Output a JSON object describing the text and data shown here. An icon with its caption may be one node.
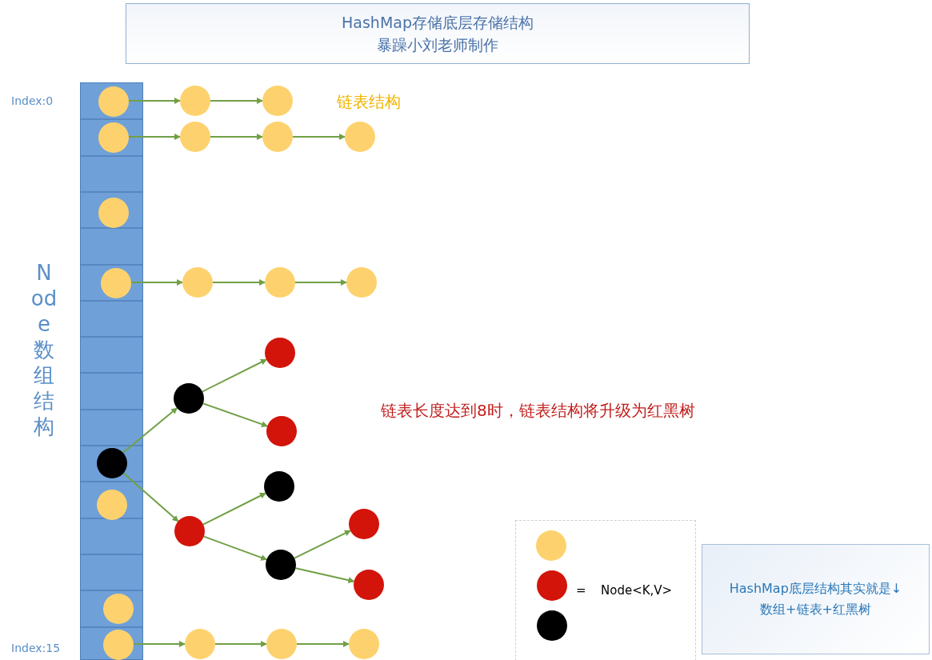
{
  "diagram": {
    "nodes": [
      {
        "text": [
          "HashMap存储底层存储结构",
          "暴躁小刘老师制作"
        ]
      },
      {
        "text": [],
        "shape": "bar",
        "beside": [
          "Index:0",
          "Node数组结构",
          "Index:15"
        ]
      },
      {
        "text": [],
        "shape": "circle",
        "in": 1
      },
      {
        "text": [],
        "shape": "circle"
      },
      {
        "text": [],
        "shape": "circle"
      },
      {
        "text": [],
        "shape": "circle",
        "in": 1
      },
      {
        "text": [],
        "shape": "circle"
      },
      {
        "text": [],
        "shape": "circle"
      },
      {
        "text": [],
        "shape": "circle"
      },
      {
        "text": [],
        "shape": "circle",
        "in": 1
      },
      {
        "text": [],
        "shape": "circle",
        "in": 1
      },
      {
        "text": [],
        "shape": "circle"
      },
      {
        "text": [],
        "shape": "circle"
      },
      {
        "text": [],
        "shape": "circle"
      },
      {
        "text": [],
        "shape": "circle",
        "in": 1
      },
      {
        "text": [],
        "shape": "circle"
      },
      {
        "text": [],
        "shape": "circle"
      },
      {
        "text": [],
        "shape": "circle"
      },
      {
        "text": [],
        "shape": "circle"
      },
      {
        "text": [],
        "shape": "circle"
      },
      {
        "text": [],
        "shape": "circle"
      },
      {
        "text": [],
        "shape": "circle"
      },
      {
        "text": [],
        "shape": "circle"
      },
      {
        "text": [],
        "shape": "circle",
        "in": 1
      },
      {
        "text": [],
        "shape": "circle",
        "in": 1
      },
      {
        "text": [],
        "shape": "circle",
        "in": 1
      },
      {
        "text": [],
        "shape": "circle"
      },
      {
        "text": [],
        "shape": "circle"
      },
      {
        "text": [],
        "shape": "circle"
      },
      {
        "text": [
          "=",
          "Node<K,V>"
        ]
      },
      {
        "text": [],
        "shape": "circle",
        "in": 29
      },
      {
        "text": [],
        "shape": "circle",
        "in": 29
      },
      {
        "text": [],
        "shape": "circle",
        "in": 29
      },
      {
        "text": [
          "HashMap底层结构其实就是↓数组+链表+红黑树"
        ]
      }
    ],
    "edges": [
      {
        "from": 2,
        "to": 3,
        "arrow": "to"
      },
      {
        "from": 3,
        "to": 4,
        "arrow": "to"
      },
      {
        "from": 5,
        "to": 6,
        "arrow": "to"
      },
      {
        "from": 6,
        "to": 7,
        "arrow": "to"
      },
      {
        "from": 7,
        "to": 8,
        "arrow": "to"
      },
      {
        "from": 10,
        "to": 11,
        "arrow": "to"
      },
      {
        "from": 11,
        "to": 12,
        "arrow": "to"
      },
      {
        "from": 12,
        "to": 13,
        "arrow": "to"
      },
      {
        "from": 14,
        "to": 15,
        "arrow": "to"
      },
      {
        "from": 14,
        "to": 18,
        "arrow": "to"
      },
      {
        "from": 15,
        "to": 16,
        "arrow": "to"
      },
      {
        "from": 15,
        "to": 17,
        "arrow": "to"
      },
      {
        "from": 18,
        "to": 19,
        "arrow": "to"
      },
      {
        "from": 18,
        "to": 20,
        "arrow": "to"
      },
      {
        "from": 20,
        "to": 21,
        "arrow": "to"
      },
      {
        "from": 20,
        "to": 22,
        "arrow": "to"
      },
      {
        "from": 25,
        "to": 26,
        "arrow": "to"
      },
      {
        "from": 26,
        "to": 27,
        "arrow": "to"
      },
      {
        "from": 27,
        "to": 28,
        "arrow": "to"
      }
    ],
    "labels": [
      "链表结构",
      "链表长度达到8时，链表结构将升级为红黑树"
    ]
  }
}
